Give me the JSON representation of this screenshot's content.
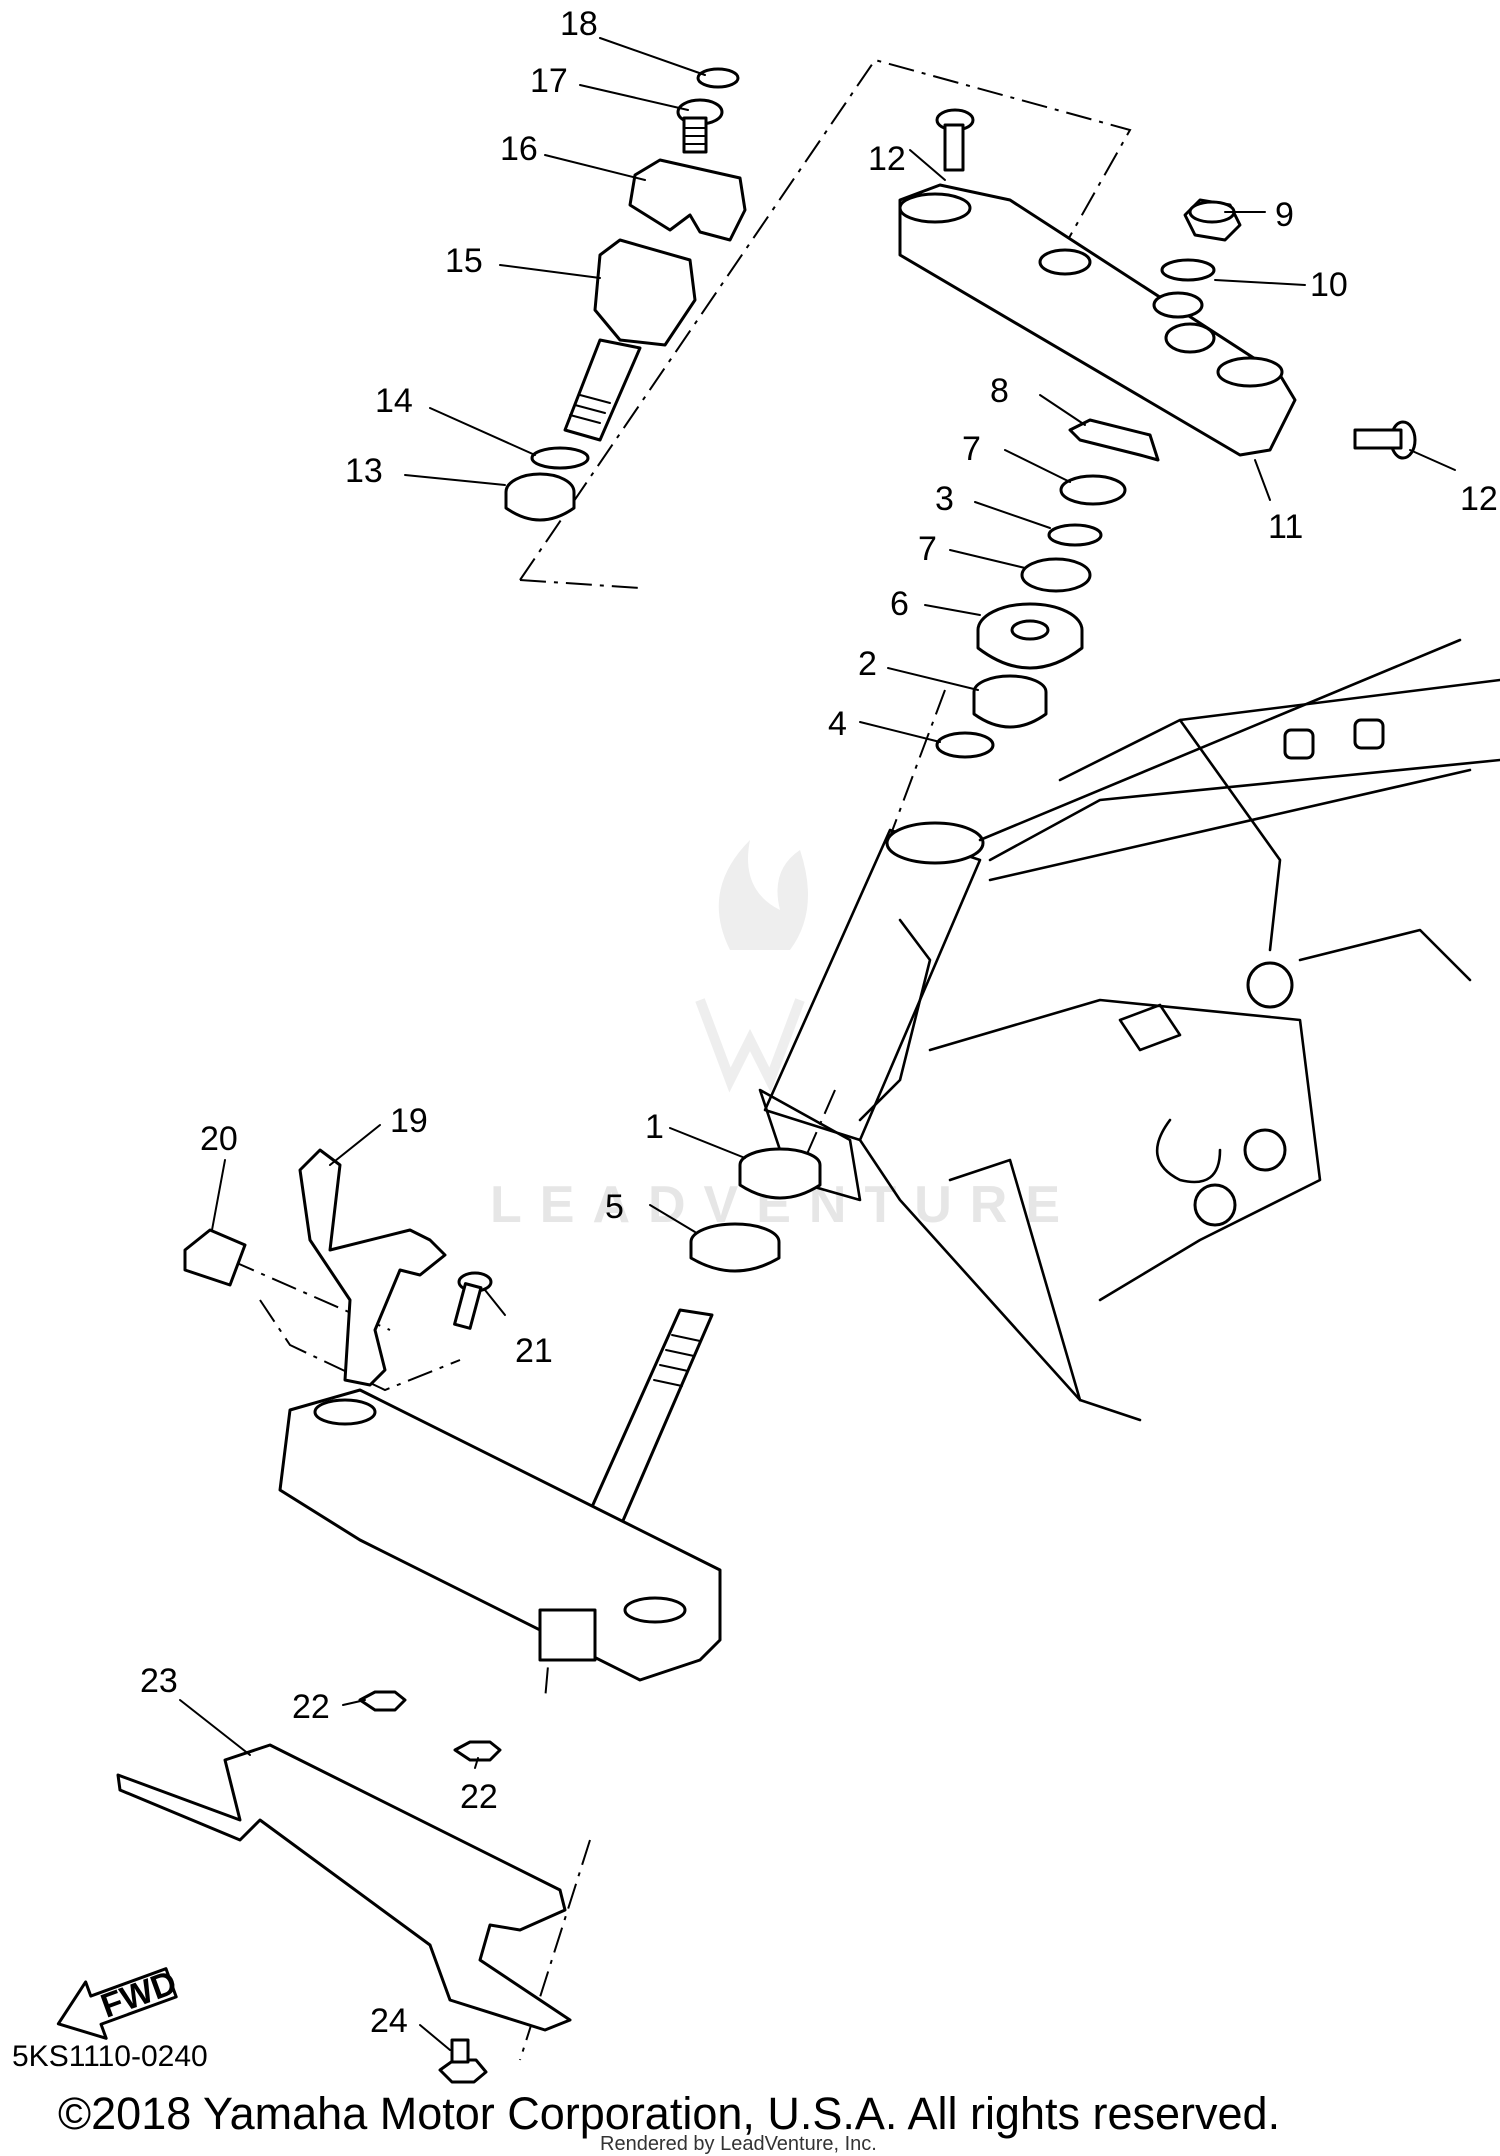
{
  "diagram": {
    "callouts": [
      "18",
      "17",
      "16",
      "15",
      "14",
      "13",
      "12",
      "12",
      "9",
      "10",
      "11",
      "8",
      "7",
      "3",
      "7",
      "6",
      "2",
      "4",
      "1",
      "5",
      "20",
      "19",
      "21",
      "23",
      "22",
      "22",
      "24"
    ],
    "fwd_label": "FWD",
    "watermark": "LEADVENTURE"
  },
  "footer": {
    "part_code": "5KS1110-0240",
    "copyright": "©2018 Yamaha Motor Corporation, U.S.A. All rights reserved.",
    "rendered_by": "Rendered by LeadVenture, Inc."
  }
}
